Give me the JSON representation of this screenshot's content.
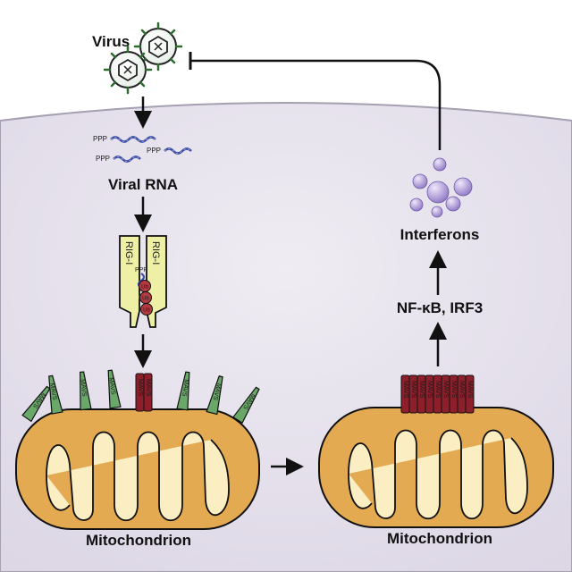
{
  "labels": {
    "virus": "Virus",
    "viral_rna": "Viral RNA",
    "interferons": "Interferons",
    "transcription_factors": "NF-κB, IRF3",
    "mitochondrion_left": "Mitochondrion",
    "mitochondrion_right": "Mitochondrion",
    "rna_5prime": "PPP",
    "rig_i": "RIG-I",
    "ubiquitin": "Ub",
    "mavs": "MAVS"
  },
  "colors": {
    "cell_background": "#e6e2ec",
    "cell_edge": "#a59fb2",
    "rna": "#3f4fa3",
    "rig_i_fill": "#eef0a6",
    "ubiquitin": "#b23b42",
    "mavs_inactive": "#6aa86a",
    "mavs_aggregated": "#8c1f2a",
    "mitochondrion_outer": "#e3aa52",
    "mitochondrion_inner": "#fbeec2",
    "interferon": "#a48fd0"
  },
  "icons": {
    "virus": "virus-particle-icon",
    "interferon": "interferon-cluster-icon"
  }
}
